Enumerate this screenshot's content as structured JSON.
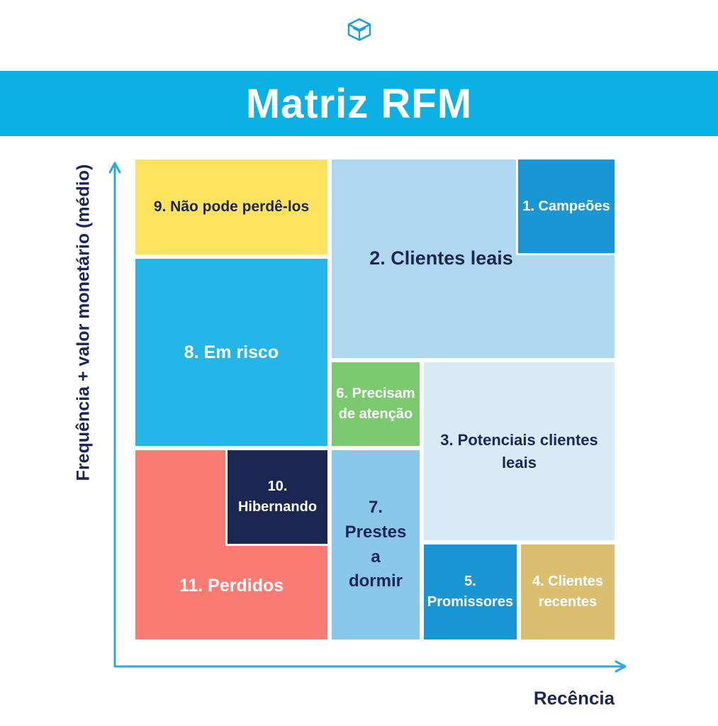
{
  "header": {
    "title": "Matriz RFM",
    "logo_icon": "cube-logo-icon"
  },
  "axes": {
    "y_label": "Frequência + valor monetário (médio)",
    "x_label": "Recência"
  },
  "colors": {
    "banner": "#0BB1E5",
    "axis": "#2AA9E1",
    "logo": "#1E9CD7",
    "dark_text": "#1B2653"
  },
  "matrix": {
    "cells": [
      {
        "id": 1,
        "label": "1. Campeões",
        "color": "#1B96D5",
        "text_color": "#FFFFFF"
      },
      {
        "id": 2,
        "label": "2. Clientes leais",
        "color": "#AFD7F0",
        "text_color": "#1B2653"
      },
      {
        "id": 3,
        "label": "3. Potenciais clientes leais",
        "color": "#D9EAF7",
        "text_color": "#1B2653"
      },
      {
        "id": 4,
        "label": "4. Clientes\nrecentes",
        "color": "#DCBE70",
        "text_color": "#FFFFFF"
      },
      {
        "id": 5,
        "label": "5.\nPromissores",
        "color": "#1B96D5",
        "text_color": "#FFFFFF"
      },
      {
        "id": 6,
        "label": "6. Precisam\nde atenção",
        "color": "#7CC96F",
        "text_color": "#FFFFFF"
      },
      {
        "id": 7,
        "label": "7.\nPrestes\na\ndormir",
        "color": "#8AC6EA",
        "text_color": "#1B2653"
      },
      {
        "id": 8,
        "label": "8. Em risco",
        "color": "#24B6E9",
        "text_color": "#FFFFFF"
      },
      {
        "id": 9,
        "label": "9. Não pode perdê-los",
        "color": "#FFE25E",
        "text_color": "#1B2653"
      },
      {
        "id": 10,
        "label": "10.\nHibernando",
        "color": "#1B2653",
        "text_color": "#FFFFFF"
      },
      {
        "id": 11,
        "label": "11. Perdidos",
        "color": "#F97B72",
        "text_color": "#FFFFFF"
      }
    ]
  }
}
